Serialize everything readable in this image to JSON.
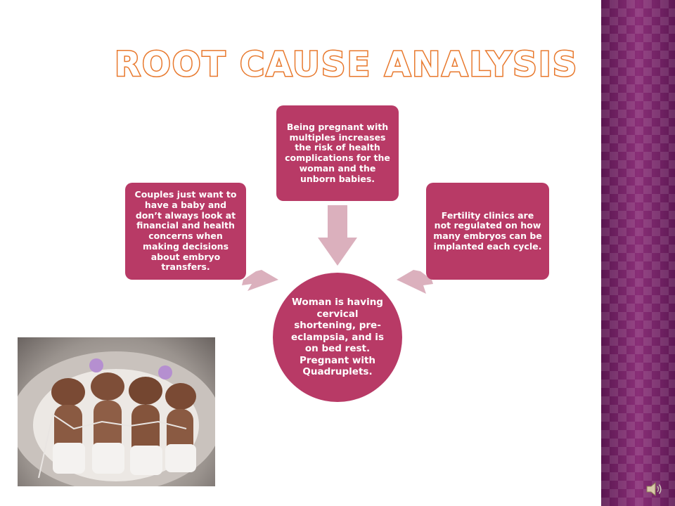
{
  "slide": {
    "title": "Root Cause Analysis"
  },
  "diagram": {
    "center": "Woman is having cervical shortening, pre-eclampsia, and is on bed rest. Pregnant with Quadruplets.",
    "causes": [
      "Couples just want to have a baby and don’t always look at financial and health concerns when making decisions about embryo transfers.",
      "Being pregnant with multiples increases the risk of health complications for the woman and the unborn babies.",
      "Fertility clinics are not regulated on how many embryos can be implanted each cycle."
    ]
  },
  "colors": {
    "node_fill": "#b83a66",
    "arrow_fill": "#dbb0bd",
    "title_outline": "#e8782c",
    "sidebar": "#6e1d5e"
  },
  "icons": {
    "audio": "speaker-icon"
  }
}
